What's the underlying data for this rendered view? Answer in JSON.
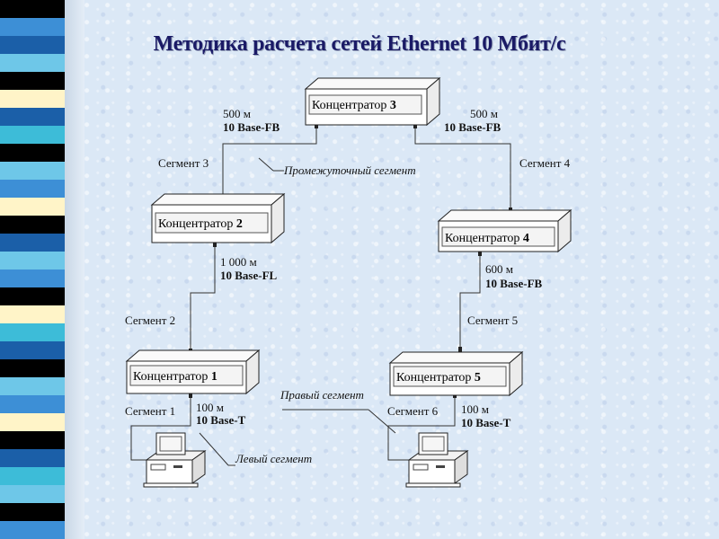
{
  "slide": {
    "title": "Методика расчета сетей Ethernet 10 Мбит/с"
  },
  "strip": {
    "colors": [
      "#000000",
      "#3d8fd6",
      "#1b5fa8",
      "#6ec7e8",
      "#000000",
      "#fff4c8",
      "#1b5fa8",
      "#3dbcd8",
      "#000000",
      "#6ec7e8",
      "#3d8fd6",
      "#fff4c8",
      "#000000",
      "#1b5fa8",
      "#6ec7e8",
      "#3d8fd6",
      "#000000",
      "#fff4c8",
      "#3dbcd8",
      "#1b5fa8",
      "#000000",
      "#6ec7e8",
      "#3d8fd6",
      "#fff4c8",
      "#000000",
      "#1b5fa8",
      "#3dbcd8",
      "#6ec7e8",
      "#000000",
      "#3d8fd6"
    ]
  },
  "hubs": {
    "hub1": {
      "label": "Концентратор",
      "num": "1"
    },
    "hub2": {
      "label": "Концентратор",
      "num": "2"
    },
    "hub3": {
      "label": "Концентратор",
      "num": "3"
    },
    "hub4": {
      "label": "Концентратор",
      "num": "4"
    },
    "hub5": {
      "label": "Концентратор",
      "num": "5"
    }
  },
  "links": {
    "hub3_left": {
      "length": "500 м",
      "type": "10 Base-FB"
    },
    "hub3_right": {
      "length": "500 м",
      "type": "10 Base-FB"
    },
    "hub2_hub1": {
      "length": "1 000 м",
      "type": "10 Base-FL"
    },
    "hub4_hub5": {
      "length": "600 м",
      "type": "10 Base-FB"
    },
    "hub1_pc": {
      "length": "100 м",
      "type": "10 Base-T"
    },
    "hub5_pc": {
      "length": "100 м",
      "type": "10 Base-T"
    }
  },
  "segments": {
    "s1": "Сегмент 1",
    "s2": "Сегмент 2",
    "s3": "Сегмент 3",
    "s4": "Сегмент 4",
    "s5": "Сегмент 5",
    "s6": "Сегмент 6"
  },
  "annotations": {
    "intermediate": "Промежуточный сегмент",
    "right": "Правый сегмент",
    "left": "Левый сегмент"
  }
}
